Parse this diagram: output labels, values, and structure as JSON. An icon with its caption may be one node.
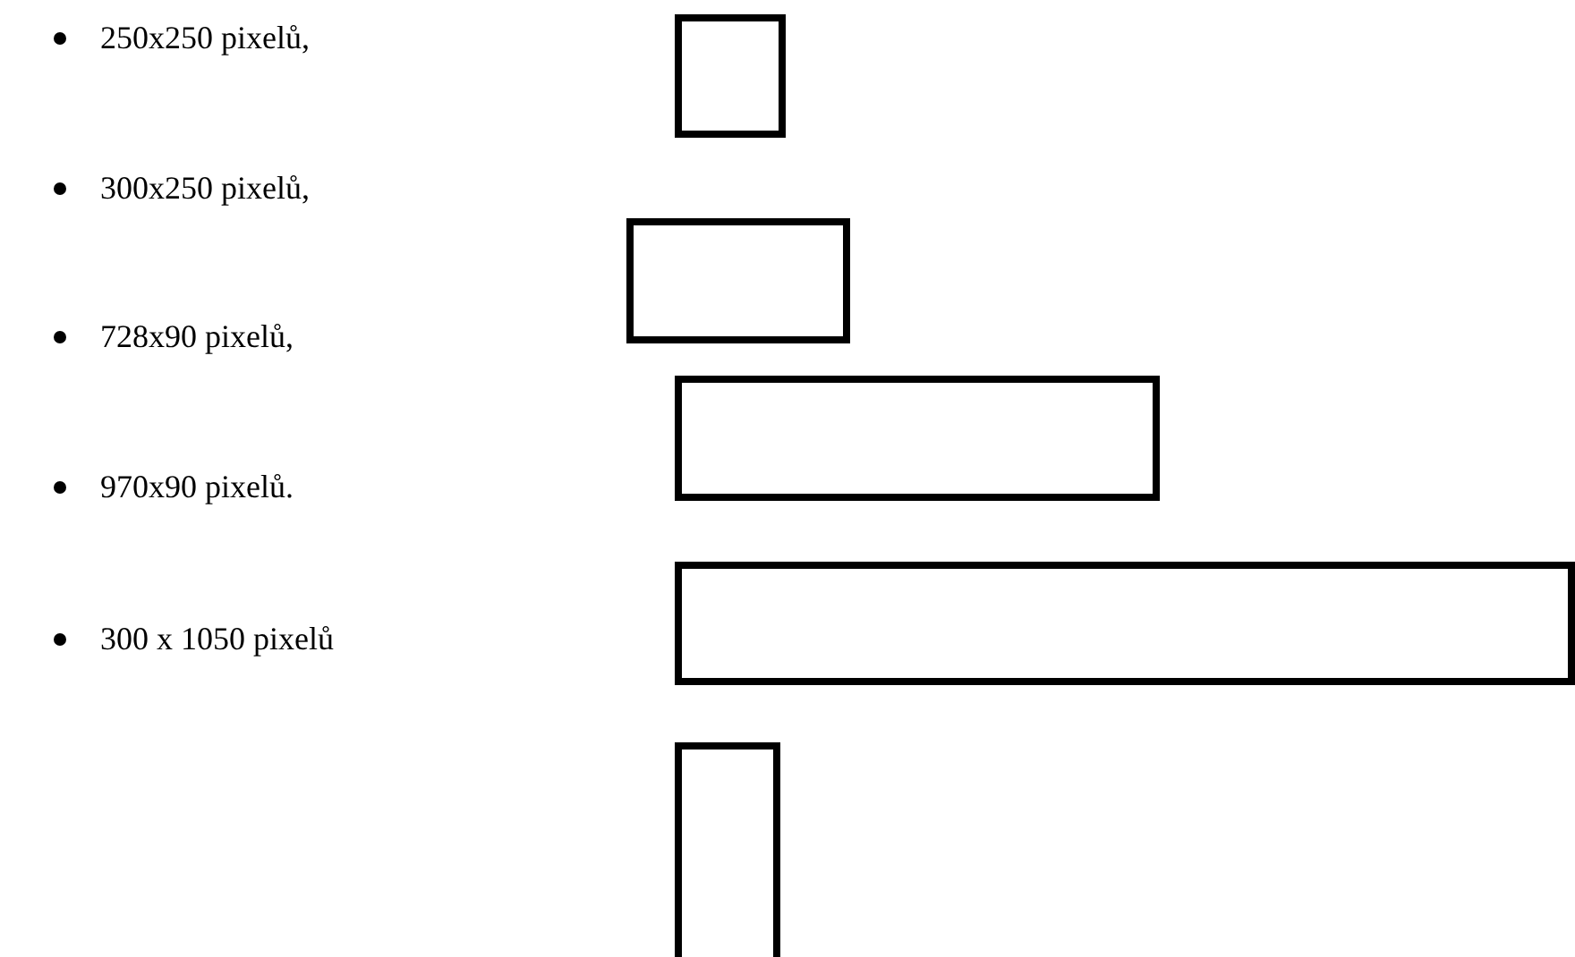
{
  "diagram": {
    "nodes": [
      {
        "text": [],
        "shape": "box"
      },
      {
        "text": [],
        "shape": "box"
      },
      {
        "text": [],
        "shape": "box"
      },
      {
        "text": [],
        "shape": "box"
      },
      {
        "text": [],
        "shape": "box"
      }
    ],
    "labels": [
      "250x250 pixelů,",
      "300x250 pixelů,",
      "728x90 pixelů,",
      "970x90 pixelů.",
      "300 x 1050 pixelů"
    ]
  }
}
